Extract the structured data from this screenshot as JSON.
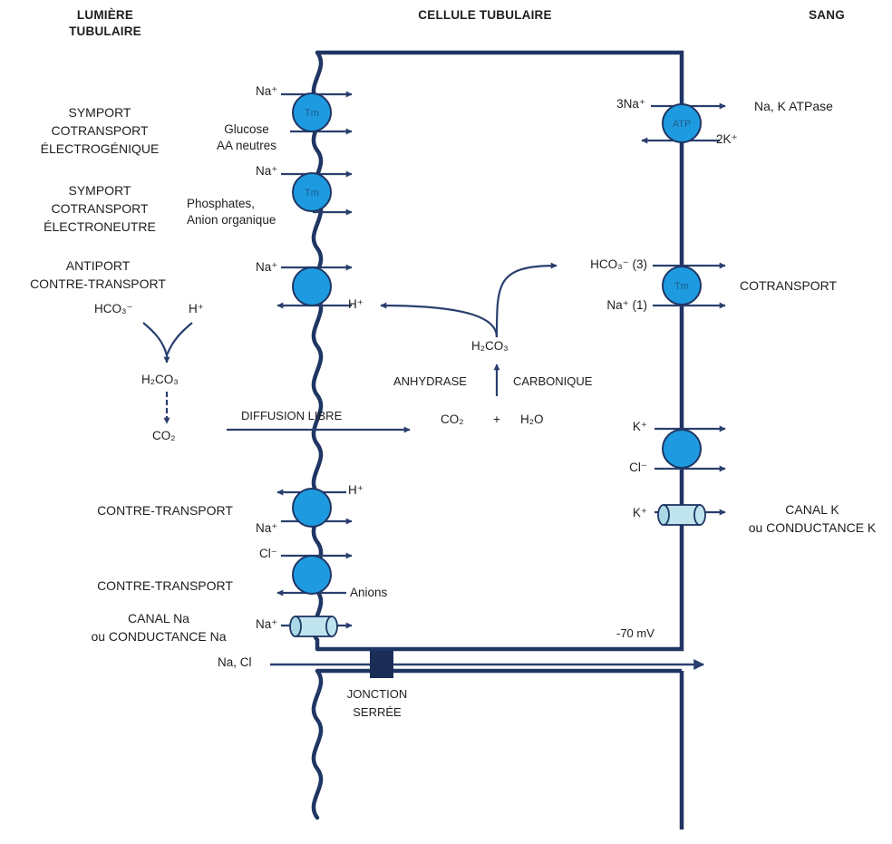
{
  "headers": {
    "lumen": "LUMIÈRE\nTUBULAIRE",
    "cell": "CELLULE TUBULAIRE",
    "blood": "SANG"
  },
  "mechanisms": {
    "symport_electrogenic": "SYMPORT\nCOTRANSPORT\nÉLECTROGÉNIQUE",
    "symport_electroneutral": "SYMPORT\nCOTRANSPORT\nÉLECTRONEUTRE",
    "antiport": "ANTIPORT\nCONTRE-TRANSPORT",
    "contre_transport_1": "CONTRE-TRANSPORT",
    "contre_transport_2": "CONTRE-TRANSPORT",
    "canal_na": "CANAL Na\nou CONDUCTANCE Na",
    "pump": "Na, K ATPase",
    "cotransport": "COTRANSPORT",
    "canal_k": "CANAL K\nou CONDUCTANCE K",
    "diffusion": "DIFFUSION LIBRE",
    "tight_junction": "JONCTION\nSERRÉE"
  },
  "transporter_labels": {
    "tm": "Tm",
    "atp": "ATP"
  },
  "ions": {
    "na1": "Na⁺",
    "glucose": "Glucose\nAA neutres",
    "na2": "Na⁺",
    "phosphates": "Phosphates,\nAnion organique",
    "na3": "Na⁺",
    "h_out": "H⁺",
    "hco3_lumen": "HCO₃⁻",
    "h_lumen": "H⁺",
    "h2co3_lumen": "H₂CO₃",
    "co2_lumen": "CO₂",
    "h_ct": "H⁺",
    "na_ct": "Na⁺",
    "cl_ct": "Cl⁻",
    "anions": "Anions",
    "na_channel": "Na⁺",
    "nacl_paracell": "Na, Cl",
    "three_na": "3Na⁺",
    "two_k": "2K⁺",
    "hco3_blood": "HCO₃⁻ (3)",
    "na_blood": "Na⁺ (1)",
    "k_kcc": "K⁺",
    "cl_kcc": "Cl⁻",
    "k_channel": "K⁺",
    "h2co3_cell": "H₂CO₃",
    "anhydrase_left": "ANHYDRASE",
    "anhydrase_right": "CARBONIQUE",
    "co2_cell": "CO₂",
    "plus": "+",
    "h2o": "H₂O",
    "voltage": "-70 mV"
  },
  "colors": {
    "membrane": "#1f3563",
    "transporter": "#1e9be0",
    "channel": "#bfe4ee",
    "junction": "#1b2d57",
    "arrow": "#2a3f6e"
  }
}
